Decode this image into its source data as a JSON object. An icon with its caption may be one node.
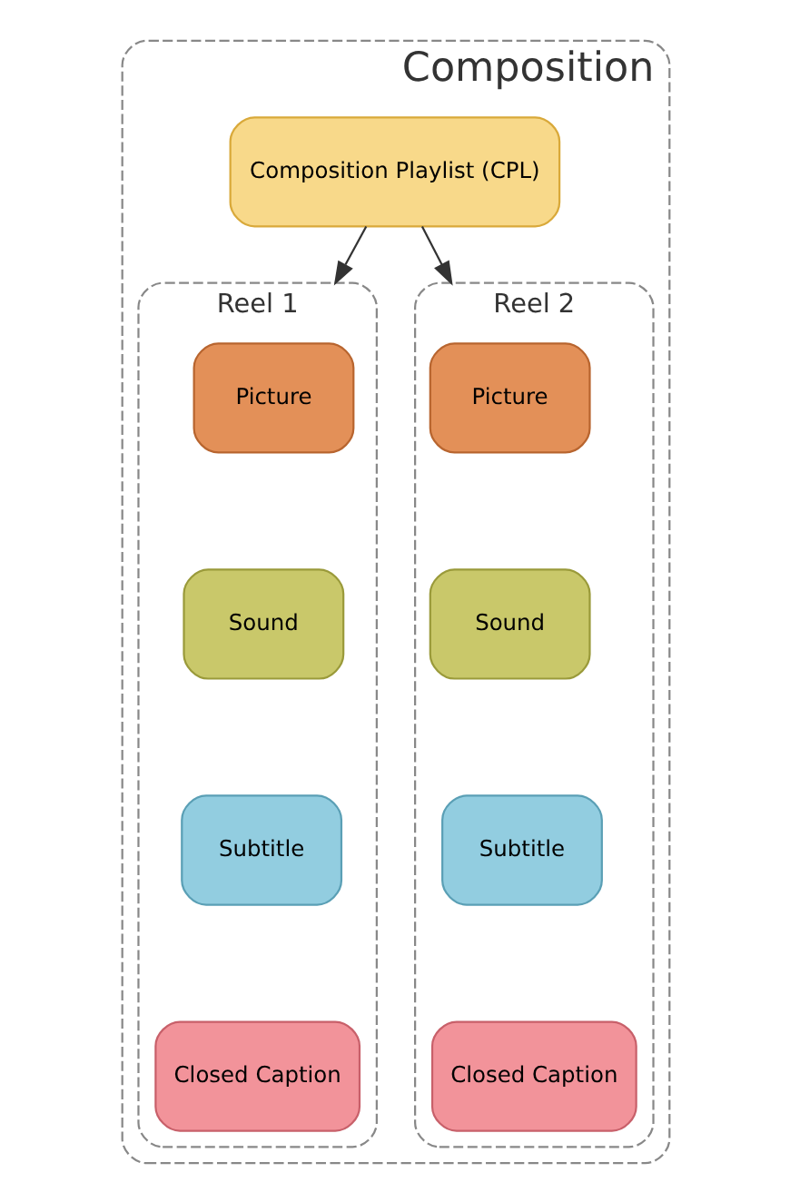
{
  "diagram": {
    "nodes": [
      {
        "text": [
          "Composition"
        ]
      },
      {
        "text": [
          "Composition Playlist (CPL)"
        ],
        "in": 0
      },
      {
        "text": [
          "Reel 1"
        ],
        "in": 0
      },
      {
        "text": [
          "Picture"
        ],
        "in": 2
      },
      {
        "text": [
          "Sound"
        ],
        "in": 2
      },
      {
        "text": [
          "Subtitle"
        ],
        "in": 2
      },
      {
        "text": [
          "Closed Caption"
        ],
        "in": 2
      },
      {
        "text": [
          "Reel 2"
        ],
        "in": 0
      },
      {
        "text": [
          "Picture"
        ],
        "in": 7
      },
      {
        "text": [
          "Sound"
        ],
        "in": 7
      },
      {
        "text": [
          "Subtitle"
        ],
        "in": 7
      },
      {
        "text": [
          "Closed Caption"
        ],
        "in": 7
      }
    ],
    "edges": [
      {
        "from": 1,
        "to": 2,
        "arrow": "to"
      },
      {
        "from": 1,
        "to": 7,
        "arrow": "to"
      }
    ]
  }
}
